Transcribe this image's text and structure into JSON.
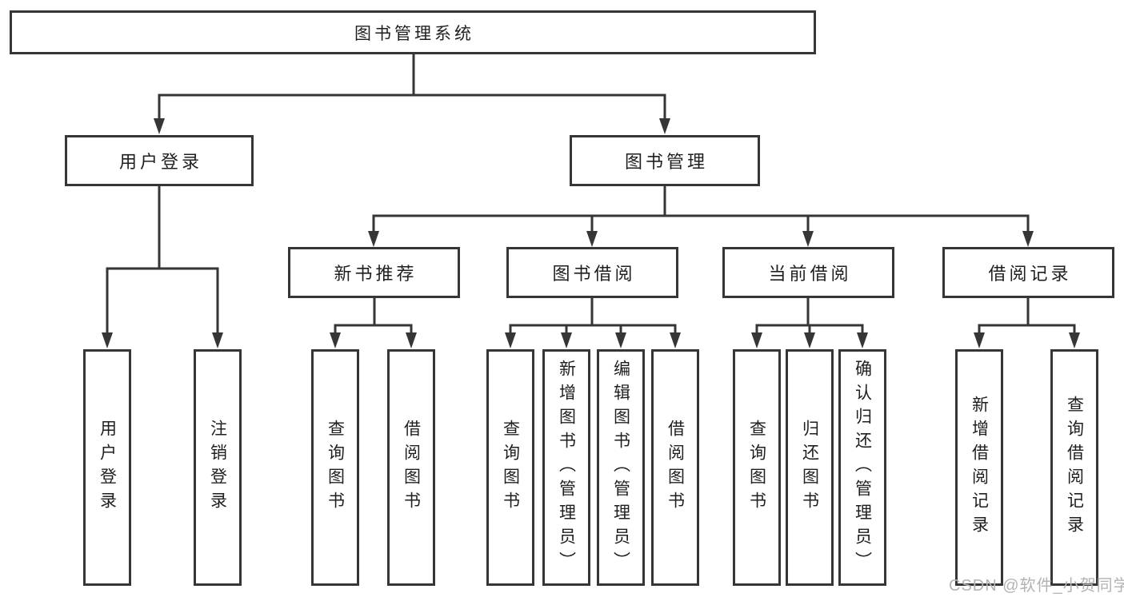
{
  "tree": {
    "label": "图书管理系统",
    "children": [
      {
        "label": "用户登录",
        "children": [
          {
            "label": "用户登录"
          },
          {
            "label": "注销登录"
          }
        ]
      },
      {
        "label": "图书管理",
        "children": [
          {
            "label": "新书推荐",
            "children": [
              {
                "label": "查询图书"
              },
              {
                "label": "借阅图书"
              }
            ]
          },
          {
            "label": "图书借阅",
            "children": [
              {
                "label": "查询图书"
              },
              {
                "label": "新增图书（管理员）"
              },
              {
                "label": "编辑图书（管理员）"
              },
              {
                "label": "借阅图书"
              }
            ]
          },
          {
            "label": "当前借阅",
            "children": [
              {
                "label": "查询图书"
              },
              {
                "label": "归还图书"
              },
              {
                "label": "确认归还（管理员）"
              }
            ]
          },
          {
            "label": "借阅记录",
            "children": [
              {
                "label": "新增借阅记录"
              },
              {
                "label": "查询借阅记录"
              }
            ]
          }
        ]
      }
    ]
  },
  "watermark": {
    "text": "CSDN @软件_小贺同学"
  },
  "colors": {
    "line": "#363636",
    "border": "#363636",
    "text": "#1f1f1f",
    "watermark": "#b3b3b3",
    "background": "#ffffff"
  }
}
